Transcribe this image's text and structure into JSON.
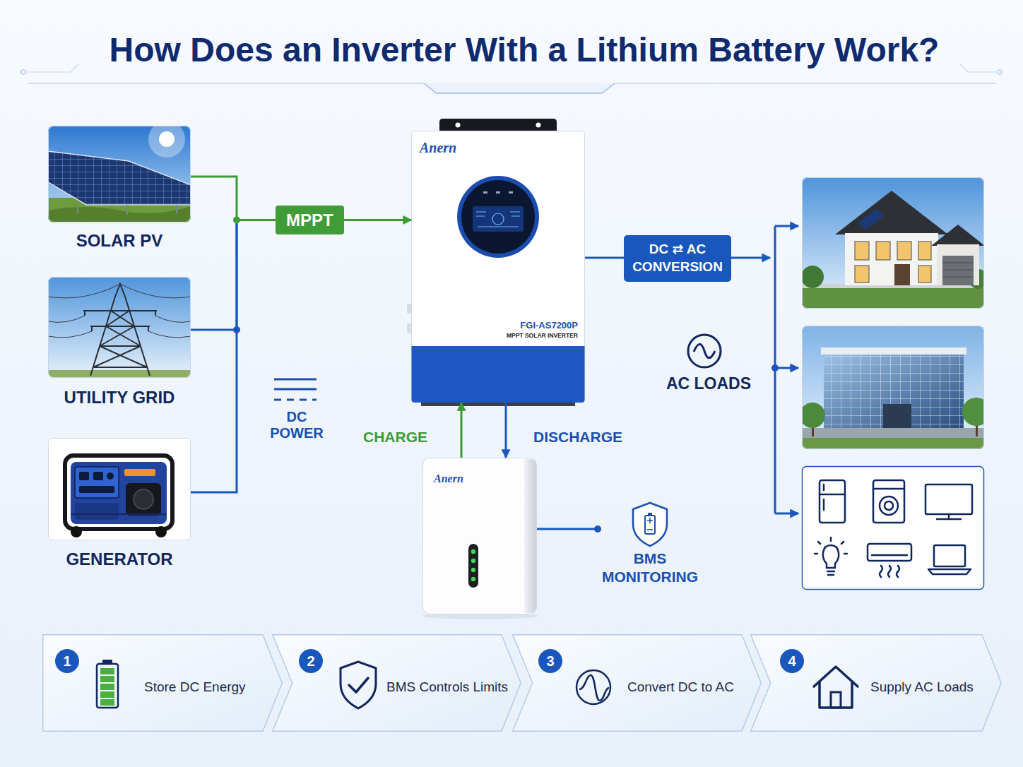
{
  "diagram": {
    "title": "How Does an Inverter With a Lithium Battery Work?",
    "nodes": [
      {
        "text": [
          "SOLAR PV"
        ]
      },
      {
        "text": [
          "UTILITY GRID"
        ]
      },
      {
        "text": [
          "GENERATOR"
        ]
      },
      {
        "text": [
          "MPPT"
        ]
      },
      {
        "text": [
          "Anern",
          "FGI-AS7200P",
          "MPPT SOLAR INVERTER"
        ]
      },
      {
        "text": [
          "DC ⇄ AC CONVERSION"
        ]
      },
      {
        "text": [
          "Anern"
        ]
      },
      {
        "text": [
          "BMS MONITORING"
        ]
      },
      {
        "text": [
          "1",
          "Store DC Energy"
        ]
      },
      {
        "text": [
          "2",
          "BMS Controls Limits"
        ]
      },
      {
        "text": [
          "3",
          "Convert DC to AC"
        ]
      },
      {
        "text": [
          "4",
          "Supply AC Loads"
        ]
      }
    ],
    "edges": [
      {
        "from": 0,
        "to": 3,
        "arrow": "none"
      },
      {
        "from": 1,
        "to": 3,
        "arrow": "none"
      },
      {
        "from": 2,
        "to": 3,
        "arrow": "none"
      },
      {
        "from": 3,
        "to": 4,
        "arrow": "to"
      },
      {
        "from": 4,
        "to": 5,
        "arrow": "none"
      },
      {
        "from": 6,
        "to": 4,
        "label": "CHARGE",
        "arrow": "to"
      },
      {
        "from": 4,
        "to": 6,
        "label": "DISCHARGE",
        "arrow": "to"
      },
      {
        "from": 6,
        "to": 7,
        "arrow": "none"
      }
    ],
    "labels": [
      "DC POWER",
      "AC LOADS"
    ]
  }
}
